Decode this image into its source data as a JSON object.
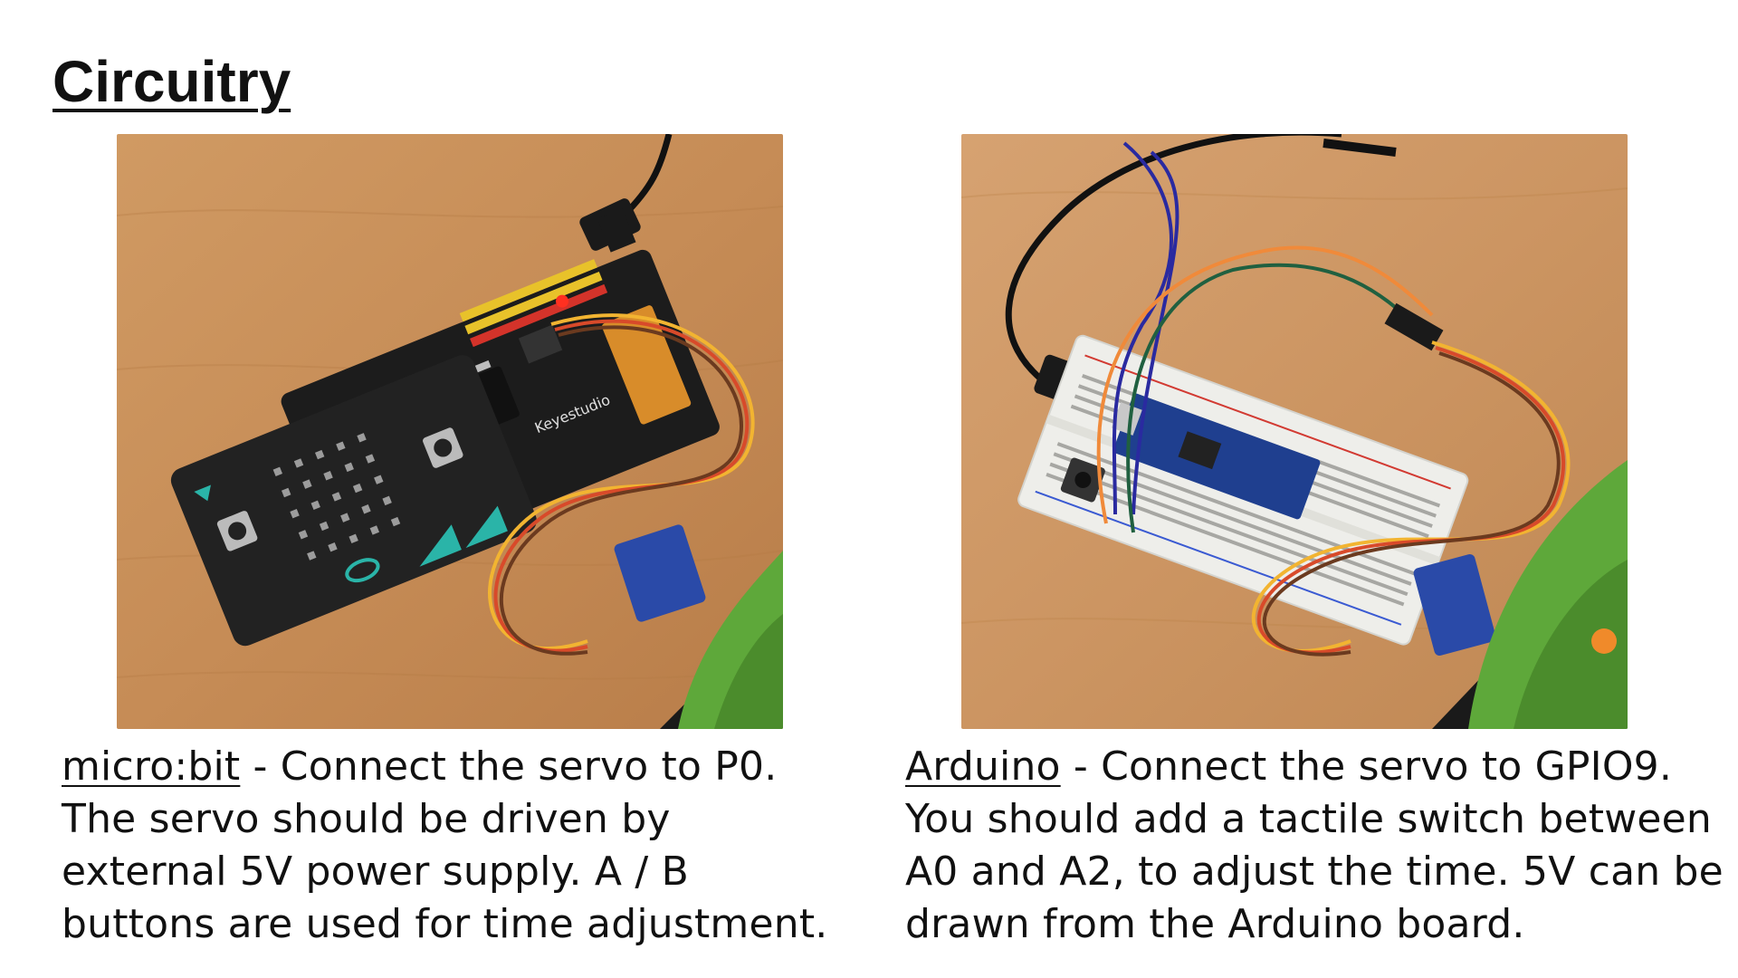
{
  "slide": {
    "title": "Circuitry"
  },
  "left_panel": {
    "photo_board_label": "Keyestudio",
    "caption": {
      "link": "micro:bit",
      "line1_rest": " - Connect the servo to P0.",
      "line2": "The servo should be driven by",
      "line3": "external 5V power supply. A / B",
      "line4": "buttons are used for time adjustment."
    }
  },
  "right_panel": {
    "caption": {
      "link": "Arduino",
      "line1_rest": " - Connect the servo to GPIO9.",
      "line2": "You should add a tactile switch between",
      "line3": "A0 and A2, to adjust the time. 5V can be",
      "line4": "drawn from the Arduino board."
    }
  },
  "colors": {
    "text": "#111111",
    "background": "#ffffff",
    "table_wood": "#c9915d",
    "board_black": "#1c1c1c",
    "breadboard_white": "#eeeeea",
    "arduino_blue": "#1f3f8f",
    "gear_green": "#5ea83a",
    "servo_blue": "#2a4aa8"
  }
}
